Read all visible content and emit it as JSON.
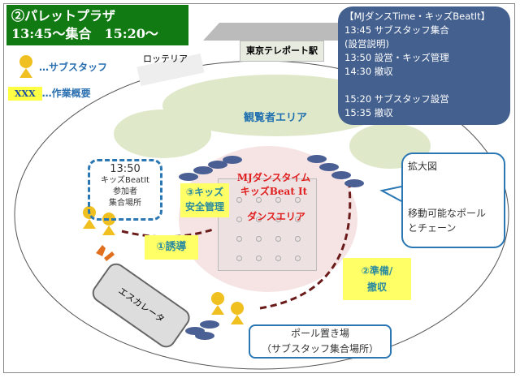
{
  "title": {
    "line1": "②パレットプラザ",
    "line2": "13:45～集合　15:20～"
  },
  "legend": {
    "staff": "…サブスタッフ",
    "xxx": "XXX",
    "task": "…作業概要"
  },
  "map": {
    "station": "東京テレポート駅",
    "lotteria": "ロッテリア",
    "viewer_area": "観覧者エリア",
    "escalator": "エスカレータ"
  },
  "schedule": {
    "header": "【MJダンスTime・キッズBeatIt】",
    "lines": [
      "13:45 サブスタッフ集合",
      "(設営説明)",
      "13:50 設営・キッズ管理",
      "14:30 撤収",
      "",
      "15:20 サブスタッフ設営",
      "15:35 撤収"
    ]
  },
  "meeting": {
    "time": "13:50",
    "l1": "キッズBeatIt",
    "l2": "参加者",
    "l3": "集合場所"
  },
  "tasks": {
    "t1": "①誘導",
    "t2a": "②準備/",
    "t2b": "撤収",
    "t3a": "③キッズ",
    "t3b": "安全管理"
  },
  "dance": {
    "l1": "MJダンスタイム",
    "l2": "キッズBeat It",
    "l3": "ダンスエリア"
  },
  "zoom": {
    "title": "拡大図",
    "l1": "移動可能なポール",
    "l2": "とチェーン"
  },
  "pole_place": {
    "l1": "ポール置き場",
    "l2": "（サブスタッフ集合場所）"
  }
}
